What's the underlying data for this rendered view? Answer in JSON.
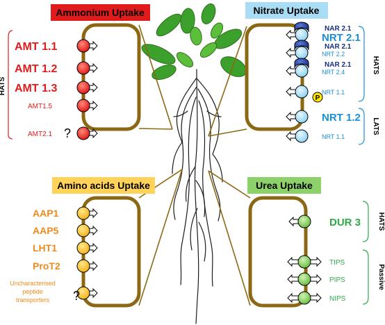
{
  "colors": {
    "cell_border": "#8B6914",
    "ammonium": "#E01B1B",
    "nitrate_header": "#A8DDF5",
    "nitrate_text": "#1A8FD6",
    "nitrate_dark": "#1A2E80",
    "amino_header": "#FFD35A",
    "amino_text": "#F08A1C",
    "urea_header": "#8CD16A",
    "urea_text": "#2FAA48",
    "leaf": "#3CA02C"
  },
  "ammonium": {
    "title": "Ammonium Uptake",
    "side_label": "HATS",
    "transporters": [
      {
        "label": "AMT 1.1",
        "size": "big"
      },
      {
        "label": "AMT 1.2",
        "size": "big"
      },
      {
        "label": "AMT 1.3",
        "size": "big"
      },
      {
        "label": "AMT1.5",
        "size": "small"
      },
      {
        "label": "AMT2.1",
        "size": "small"
      }
    ],
    "question": "?"
  },
  "nitrate": {
    "title": "Nitrate Uptake",
    "hats_label": "HATS",
    "lats_label": "LATS",
    "phospho": "P",
    "items": [
      {
        "nar": "NAR 2.1",
        "nrt": "NRT 2.1",
        "nrt_size": "big"
      },
      {
        "nar": "NAR 2.1",
        "nrt": "NRT 2.2",
        "nrt_size": "small"
      },
      {
        "nar": "NAR 2.1",
        "nrt": "NRT 2.4",
        "nrt_size": "small"
      },
      {
        "nar": "",
        "nrt": "NRT 1.1",
        "nrt_size": "small"
      },
      {
        "nar": "",
        "nrt": "NRT 1.2",
        "nrt_size": "big"
      },
      {
        "nar": "",
        "nrt": "NRT 1.1",
        "nrt_size": "small"
      }
    ]
  },
  "amino": {
    "title": "Amino acids Uptake",
    "transporters": [
      "AAP1",
      "AAP5",
      "LHT1",
      "ProT2"
    ],
    "uncharacterised": [
      "Uncharacterised",
      "peptide",
      "transporters"
    ],
    "question": "?"
  },
  "urea": {
    "title": "Urea Uptake",
    "hats_label": "HATS",
    "passive_label": "Passive",
    "dur": "DUR 3",
    "passive": [
      "TIPS",
      "PIPS",
      "NIPS"
    ]
  }
}
